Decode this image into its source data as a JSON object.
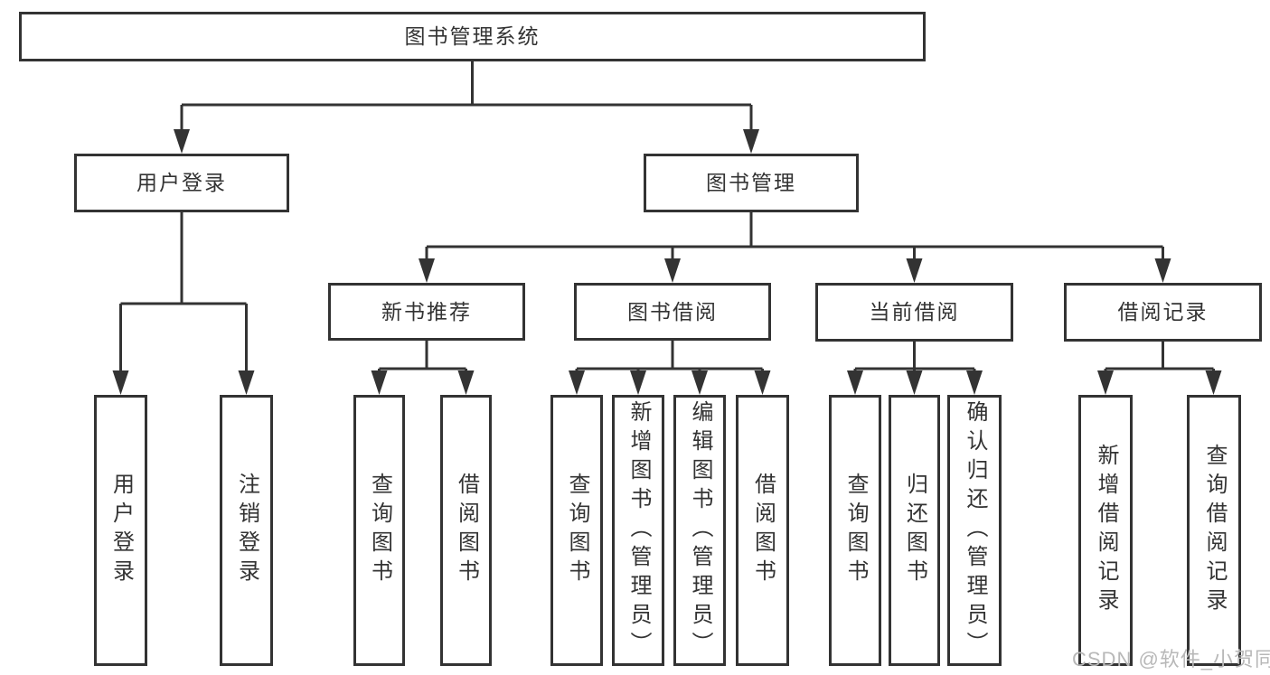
{
  "title": "图书管理系统",
  "colors": {
    "line": "#333333",
    "text": "#333333",
    "box-bg": "#ffffff",
    "page-bg": "#ffffff",
    "watermark": "#b8b8b8"
  },
  "nodes": {
    "root": {
      "label": "图书管理系统"
    },
    "user_login": {
      "label": "用户登录"
    },
    "book_mgmt": {
      "label": "图书管理"
    },
    "new_rec": {
      "label": "新书推荐"
    },
    "book_borrow": {
      "label": "图书借阅"
    },
    "current_borrow": {
      "label": "当前借阅"
    },
    "borrow_records": {
      "label": "借阅记录"
    },
    "ul_login": {
      "label": "用户登录"
    },
    "ul_logout": {
      "label": "注销登录"
    },
    "nr_query": {
      "label": "查询图书"
    },
    "nr_borrow": {
      "label": "借阅图书"
    },
    "bb_query": {
      "label": "查询图书"
    },
    "bb_add": {
      "label": "新增图书（管理员）"
    },
    "bb_edit": {
      "label": "编辑图书（管理员）"
    },
    "bb_borrow": {
      "label": "借阅图书"
    },
    "cb_query": {
      "label": "查询图书"
    },
    "cb_return": {
      "label": "归还图书"
    },
    "cb_confirm": {
      "label": "确认归还（管理员）"
    },
    "br_add": {
      "label": "新增借阅记录"
    },
    "br_query": {
      "label": "查询借阅记录"
    }
  },
  "hierarchy": {
    "图书管理系统": {
      "用户登录": [
        "用户登录",
        "注销登录"
      ],
      "图书管理": {
        "新书推荐": [
          "查询图书",
          "借阅图书"
        ],
        "图书借阅": [
          "查询图书",
          "新增图书（管理员）",
          "编辑图书（管理员）",
          "借阅图书"
        ],
        "当前借阅": [
          "查询图书",
          "归还图书",
          "确认归还（管理员）"
        ],
        "借阅记录": [
          "新增借阅记录",
          "查询借阅记录"
        ]
      }
    }
  },
  "watermark": {
    "text": "CSDN @软件_小贺同学"
  }
}
